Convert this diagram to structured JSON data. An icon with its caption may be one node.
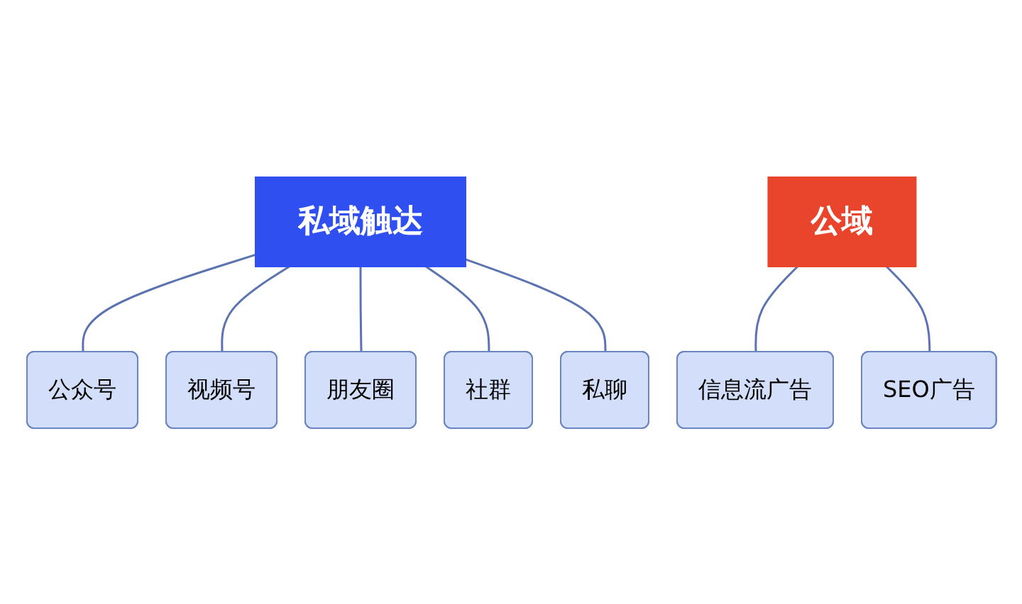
{
  "diagram": {
    "nodes": [
      {
        "text": [
          "私域触达"
        ]
      },
      {
        "text": [
          "公众号"
        ]
      },
      {
        "text": [
          "视频号"
        ]
      },
      {
        "text": [
          "朋友圈"
        ]
      },
      {
        "text": [
          "社群"
        ]
      },
      {
        "text": [
          "私聊"
        ]
      },
      {
        "text": [
          "公域"
        ]
      },
      {
        "text": [
          "信息流广告"
        ]
      },
      {
        "text": [
          "SEO广告"
        ]
      }
    ],
    "edges": [
      {
        "from": 0,
        "to": 1,
        "arrow": "none"
      },
      {
        "from": 0,
        "to": 2,
        "arrow": "none"
      },
      {
        "from": 0,
        "to": 3,
        "arrow": "none"
      },
      {
        "from": 0,
        "to": 4,
        "arrow": "none"
      },
      {
        "from": 0,
        "to": 5,
        "arrow": "none"
      },
      {
        "from": 6,
        "to": 7,
        "arrow": "none"
      },
      {
        "from": 6,
        "to": 8,
        "arrow": "none"
      }
    ]
  }
}
